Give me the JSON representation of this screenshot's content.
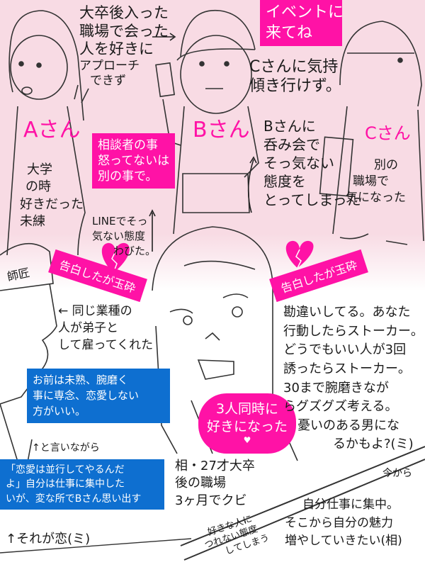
{
  "colors": {
    "pink": "#ff12a6",
    "blue": "#0e6fd0",
    "background_top": "#f8dbe4"
  },
  "top": {
    "narration_b": [
      "大卒後入った",
      "職場で会った",
      "人を好きに",
      "アプローチ",
      "できず"
    ],
    "speech_event": [
      "イベントに",
      "来てね"
    ],
    "c_feelings": [
      "Cさんに気持",
      "傾き行けず。"
    ],
    "name_a": "Aさん",
    "name_b": "Bさん",
    "name_c": "Cさん",
    "consult_box": [
      "相談者の事",
      "怒ってないは",
      "別の事で。"
    ],
    "b_drinking": [
      "Bさんに",
      "呑み会で",
      "そっ気ない",
      "態度を",
      "とってしまった"
    ],
    "a_note": [
      "大学",
      "の時",
      "好きだった",
      "未練"
    ],
    "line_note": [
      "LINEでそっ",
      "気ない態度",
      "わびた。"
    ],
    "c_note": [
      "別の",
      "職場で",
      "気になった"
    ]
  },
  "bottom": {
    "master_label": "師匠",
    "banner_left": "告白したが玉砕",
    "banner_right": "告白したが玉砕",
    "master_note": [
      "← 同じ業種の",
      "人が弟子と",
      "して雇ってくれた"
    ],
    "master_quote": [
      "お前は未熟、腕磨く",
      "事に専念、恋愛しない",
      "方がいい。"
    ],
    "saying_note": "↑と言いながら",
    "mi_quote": [
      "「恋愛は並行してやるんだ",
      "よ」自分は仕事に集中した",
      "いが、変な所でBさん思い出す"
    ],
    "mi_sign": "↑それが恋(ミ)",
    "cloud": [
      "3人同時に",
      "好きになった"
    ],
    "profile": [
      "相・27才大卒",
      "後の職場",
      "3ヶ月でクビ"
    ],
    "bottom_note": [
      "好きな人に",
      "つれない態度",
      "してしまう"
    ],
    "advice": [
      "勘違いしてる。あなた",
      "行動したらストーカー。",
      "どうでもいい人が3回",
      "誘ったらストーカー。",
      "30まで腕磨きなが",
      "らグズグズ考える。",
      "憂いのある男にな",
      "るかもよ?(ミ)"
    ],
    "from_now": "今から",
    "resolution": [
      "自分仕事に集中。",
      "そこから自分の魅力",
      "増やしていきたい(相)"
    ]
  }
}
